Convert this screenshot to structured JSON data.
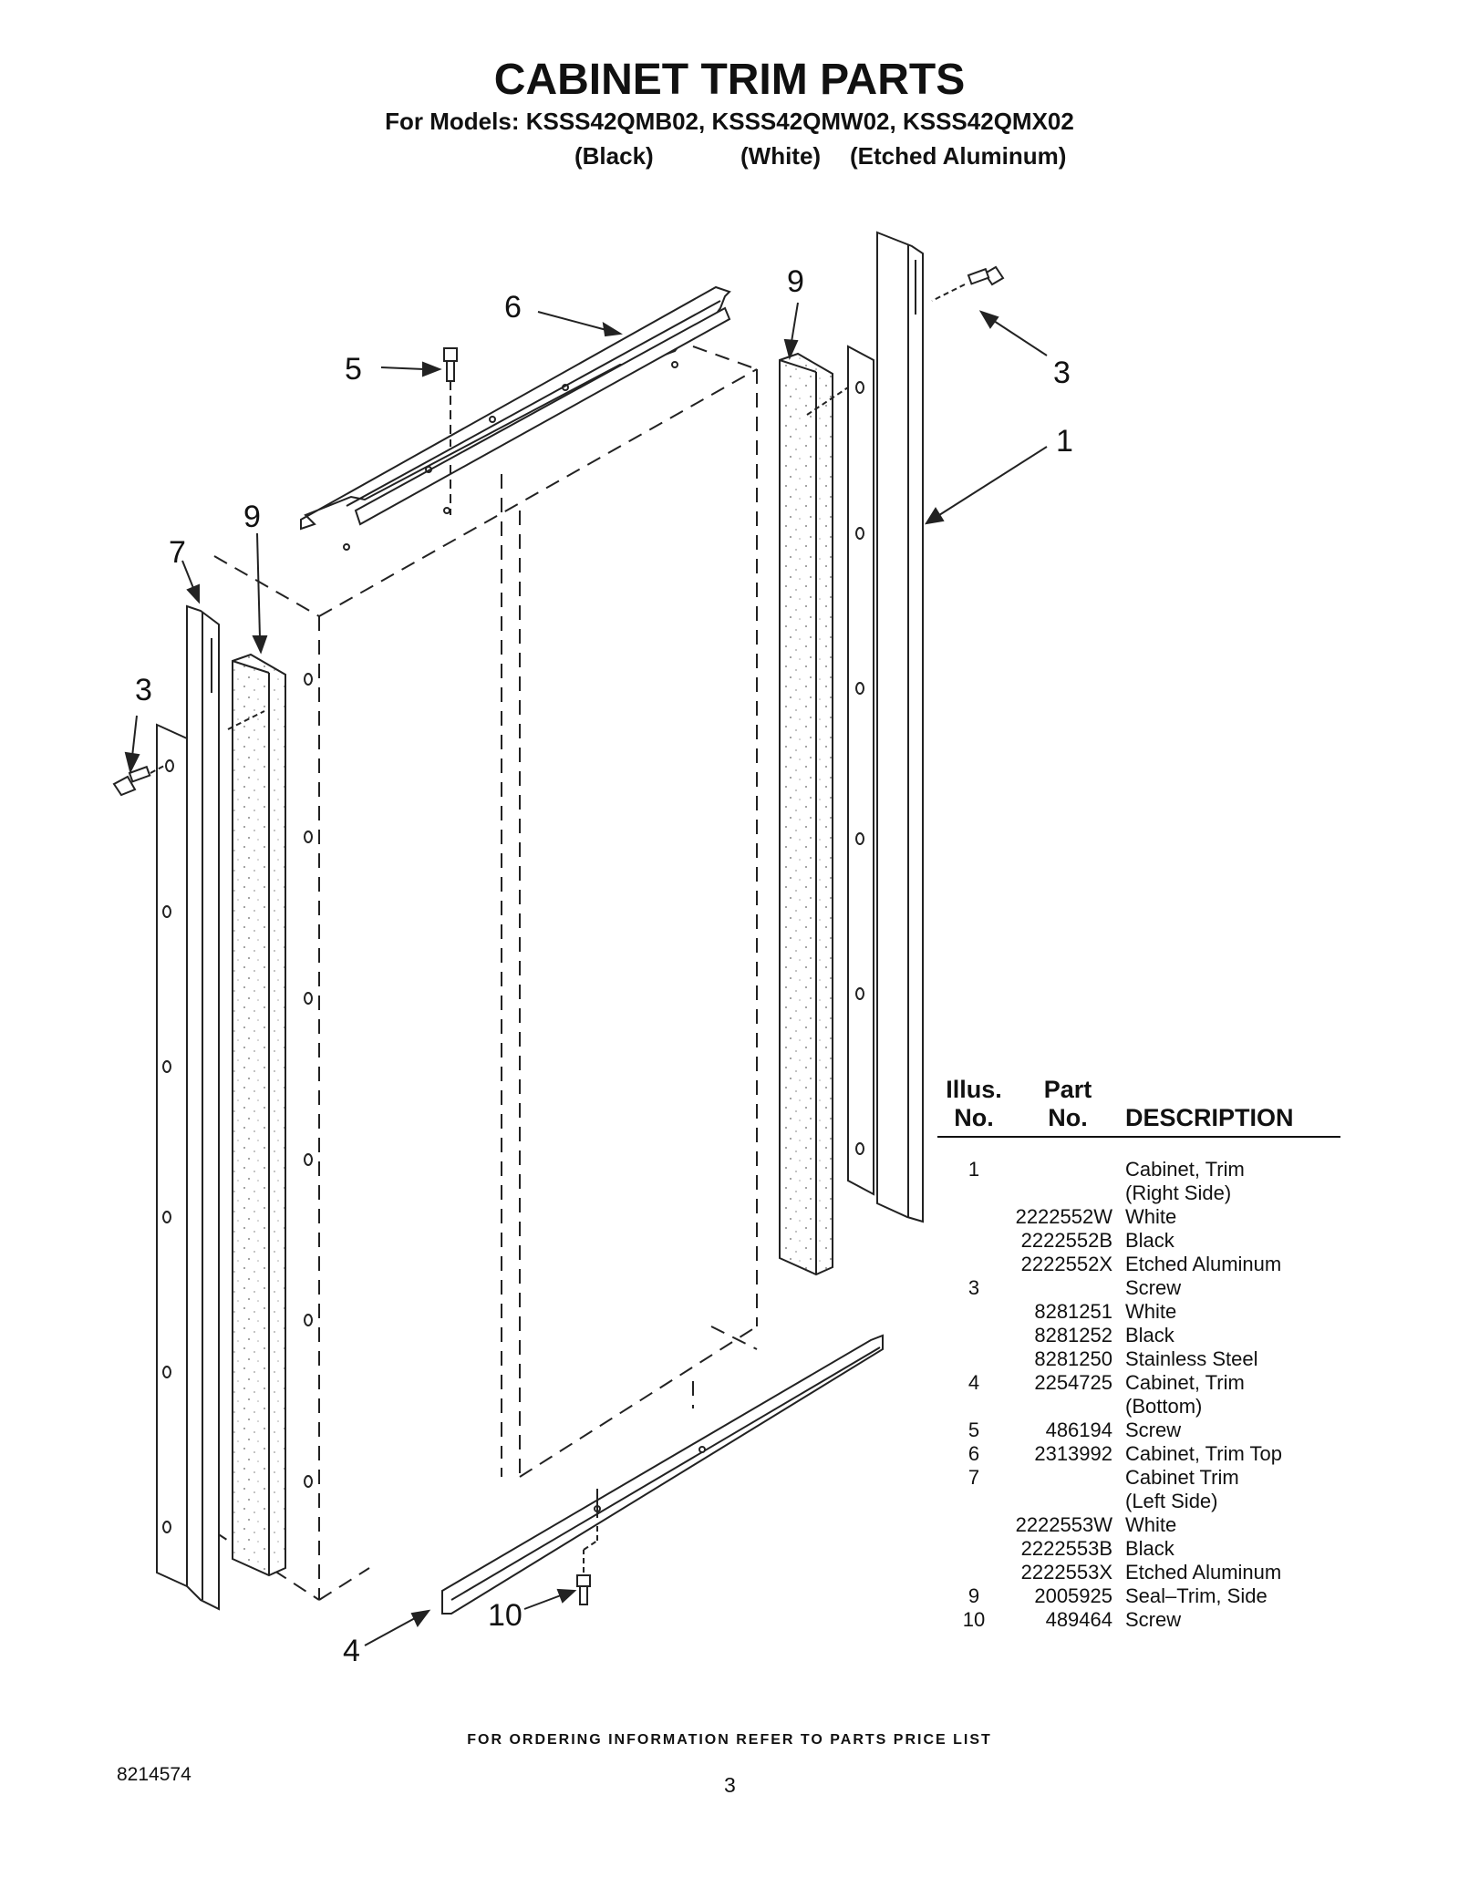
{
  "header": {
    "title": "CABINET TRIM PARTS",
    "models": "For Models: KSSS42QMB02, KSSS42QMW02, KSSS42QMX02",
    "color_black": "(Black)",
    "color_white": "(White)",
    "color_etched": "(Etched Aluminum)"
  },
  "callouts": {
    "c1": "1",
    "c3_right": "3",
    "c3_left": "3",
    "c4": "4",
    "c5": "5",
    "c6": "6",
    "c7": "7",
    "c9_left": "9",
    "c9_right": "9",
    "c10": "10"
  },
  "parts_table": {
    "col_illus_line1": "Illus.",
    "col_illus_line2": "No.",
    "col_part_line1": "Part",
    "col_part_line2": "No.",
    "col_desc": "DESCRIPTION",
    "rows": [
      {
        "illus": "1",
        "part": "",
        "desc": "Cabinet, Trim"
      },
      {
        "illus": "",
        "part": "",
        "desc": "(Right Side)"
      },
      {
        "illus": "",
        "part": "2222552W",
        "desc": "White"
      },
      {
        "illus": "",
        "part": "2222552B",
        "desc": "Black"
      },
      {
        "illus": "",
        "part": "2222552X",
        "desc": "Etched Aluminum"
      },
      {
        "illus": "3",
        "part": "",
        "desc": "Screw"
      },
      {
        "illus": "",
        "part": "8281251",
        "desc": "White"
      },
      {
        "illus": "",
        "part": "8281252",
        "desc": "Black"
      },
      {
        "illus": "",
        "part": "8281250",
        "desc": "Stainless Steel"
      },
      {
        "illus": "4",
        "part": "2254725",
        "desc": "Cabinet, Trim"
      },
      {
        "illus": "",
        "part": "",
        "desc": "(Bottom)"
      },
      {
        "illus": "5",
        "part": "486194",
        "desc": "Screw"
      },
      {
        "illus": "6",
        "part": "2313992",
        "desc": "Cabinet, Trim Top"
      },
      {
        "illus": "7",
        "part": "",
        "desc": "Cabinet Trim"
      },
      {
        "illus": "",
        "part": "",
        "desc": "(Left Side)"
      },
      {
        "illus": "",
        "part": "2222553W",
        "desc": "White"
      },
      {
        "illus": "",
        "part": "2222553B",
        "desc": "Black"
      },
      {
        "illus": "",
        "part": "2222553X",
        "desc": "Etched Aluminum"
      },
      {
        "illus": "9",
        "part": "2005925",
        "desc": "Seal–Trim, Side"
      },
      {
        "illus": "10",
        "part": "489464",
        "desc": "Screw"
      }
    ]
  },
  "footer": {
    "ordering_note": "FOR ORDERING INFORMATION REFER TO PARTS PRICE LIST",
    "doc_number": "8214574",
    "page_number": "3"
  }
}
